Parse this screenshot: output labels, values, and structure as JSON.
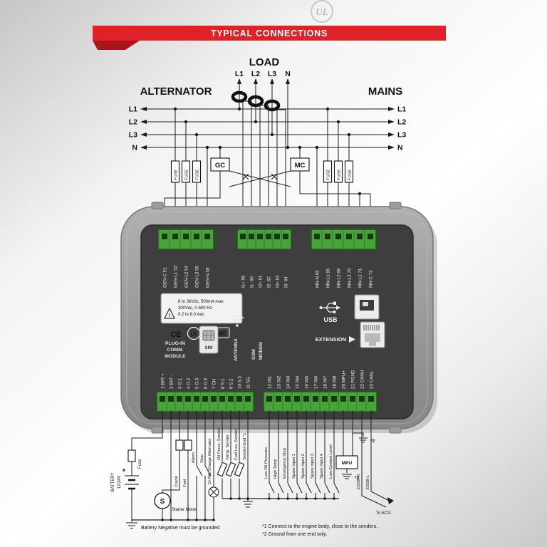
{
  "banner": {
    "title": "TYPICAL CONNECTIONS"
  },
  "watermark": {
    "ul": "UL"
  },
  "load": {
    "title": "LOAD",
    "phases": [
      "L1",
      "L2",
      "L3",
      "N"
    ]
  },
  "alternator": {
    "title": "ALTERNATOR",
    "phases": [
      "L1",
      "L2",
      "L3",
      "N"
    ]
  },
  "mains": {
    "title": "MAINS",
    "phases": [
      "L1",
      "L2",
      "L3",
      "N"
    ]
  },
  "fuse_label": "FUSE",
  "contactors": {
    "gen": "GC",
    "mains": "MC"
  },
  "top_terminals": {
    "gen": [
      "GEN-C 51",
      "GEN-L1 52",
      "GEN-L2 54",
      "GEN-L3 56",
      "GEN-N 58"
    ],
    "ct": [
      "I1+ 59",
      "I1- 60",
      "I2+ 61",
      "I2- 62",
      "I3+ 63",
      "I3- 64"
    ],
    "mains": [
      "MN-N 65",
      "MN-L1 66",
      "MN-L2 68",
      "MN-L3 70",
      "MN-L1 71",
      "MN-C 72"
    ]
  },
  "device": {
    "specs": [
      "8 to 36Vdc, 500mA max",
      "300Vac, 0-600 Hz",
      "0.2 to 6.0 Aac"
    ],
    "warning_mark": "!",
    "ce_mark": "CE",
    "ul_mark": "UL",
    "ul_c": "c",
    "ul_us": "us",
    "eac_mark": "EAC",
    "plugin_module_lines": [
      "PLUG-IN",
      "COMM.",
      "MODULE"
    ],
    "sim_label": "SIM",
    "antenna_label": "ANTENNA",
    "gsm_modem_lines": [
      "GSM",
      "MODEM"
    ],
    "usb_label": "USB",
    "extension_label": "EXTENSION"
  },
  "bottom_terminals": {
    "left": [
      "1 BAT +",
      "2 BAT -",
      "3 O.1",
      "4 O.2",
      "5 O.3",
      "6 O.4",
      "7 CH",
      "8 S.1",
      "9 S.2",
      "10 S.3",
      "11 SG"
    ],
    "right": [
      "12 IN1",
      "13 IN2",
      "14 IN3",
      "15 IN4",
      "16 IN5",
      "17 IN6",
      "18 IN7",
      "19 IN8",
      "20 MPU+",
      "21 PGND",
      "22 CANH",
      "23 CANL"
    ]
  },
  "external": {
    "battery_lines": [
      "BATTERY",
      "12/24V"
    ],
    "battery_plus": "+",
    "fuse_label": "Fuse",
    "starter_letter": "S",
    "starter_label": "Starter Motor",
    "output_labels": [
      "Crank",
      "Fuel",
      "Alarm",
      "Stop"
    ],
    "charge_label": "D+/WL Charge Alternator",
    "sender_labels": [
      "Oil Press. Sender",
      "Temp. Sender",
      "Fuel Lev. Sender",
      "Sender Gnd *1"
    ],
    "input_labels": [
      "Low Oil Pressure",
      "High Temp",
      "Emergency Stop",
      "Spare Input 1",
      "Spare Input 2",
      "Spare Input 3",
      "Spare Input 4",
      "Low Coolant Level"
    ],
    "mpu_label": "MPU",
    "ground_note_2a": "*2",
    "ground_note_2b": "*2",
    "j1939_h": "J1939-H",
    "j1939_l": "J1939-L",
    "to_ecu": "To ECU",
    "battery_ground_note": "Battery Negative must be grounded"
  },
  "footnotes": [
    "*1 Connect to the engine body, close to the senders.",
    "*2 Ground from one end only."
  ],
  "colors": {
    "banner_red": "#e02128",
    "banner_red_dark": "#a8151b",
    "terminal_green": "#4aa23c"
  }
}
